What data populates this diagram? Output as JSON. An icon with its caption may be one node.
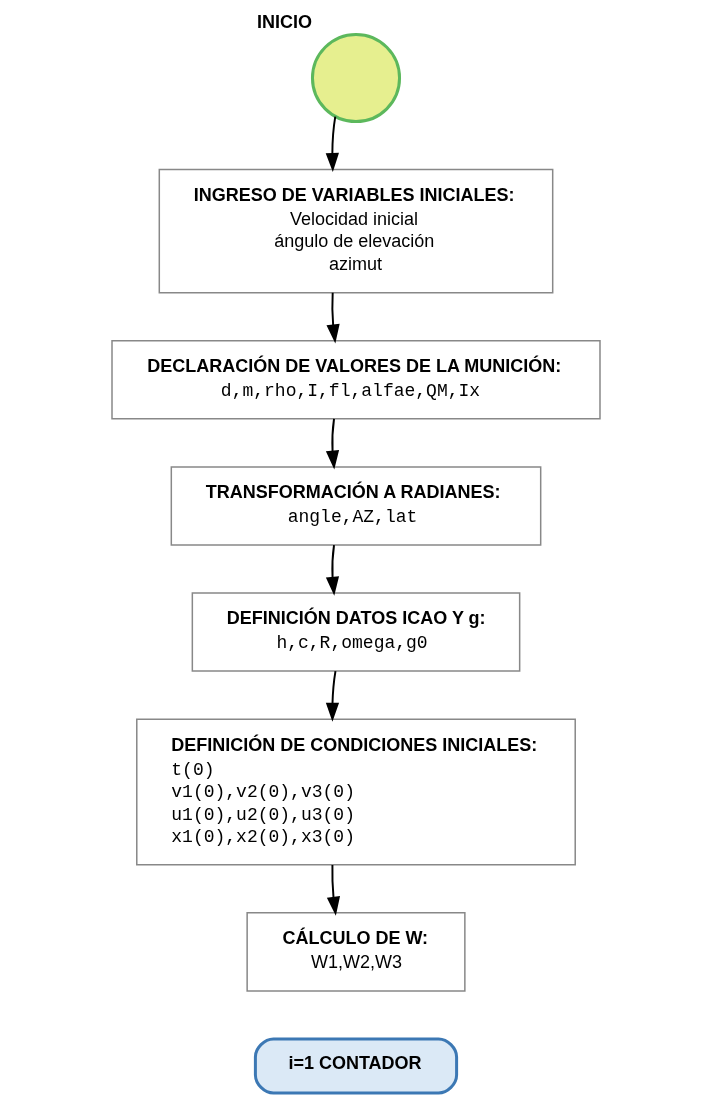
{
  "diagram": {
    "nodes": [
      {
        "text": [
          "INICIO"
        ]
      },
      {
        "text": [
          "INGRESO DE VARIABLES INICIALES:",
          "Velocidad inicial",
          "ángulo de elevación",
          "azimut"
        ]
      },
      {
        "text": [
          "DECLARACIÓN DE VALORES DE LA MUNICIÓN:",
          "d,m,rho,I,fl,alfae,QM,Ix"
        ]
      },
      {
        "text": [
          "TRANSFORMACIÓN A RADIANES:",
          "angle,AZ,lat"
        ]
      },
      {
        "text": [
          "DEFINICIÓN DATOS ICAO Y g:",
          "h,c,R,omega,g0"
        ]
      },
      {
        "text": [
          "DEFINICIÓN DE CONDICIONES INICIALES:",
          "t(0)",
          "v1(0),v2(0),v3(0)",
          "u1(0),u2(0),u3(0)",
          "x1(0),x2(0),x3(0)"
        ]
      },
      {
        "text": [
          "CÁLCULO DE W:",
          "W1,W2,W3"
        ]
      },
      {
        "text": [
          "i=1 CONTADOR"
        ]
      }
    ],
    "edges": [
      {
        "from": 0,
        "to": 1,
        "arrow": "to"
      },
      {
        "from": 1,
        "to": 2,
        "arrow": "to"
      },
      {
        "from": 2,
        "to": 3,
        "arrow": "to"
      },
      {
        "from": 3,
        "to": 4,
        "arrow": "to"
      },
      {
        "from": 4,
        "to": 5,
        "arrow": "to"
      },
      {
        "from": 5,
        "to": 6,
        "arrow": "to"
      }
    ]
  }
}
